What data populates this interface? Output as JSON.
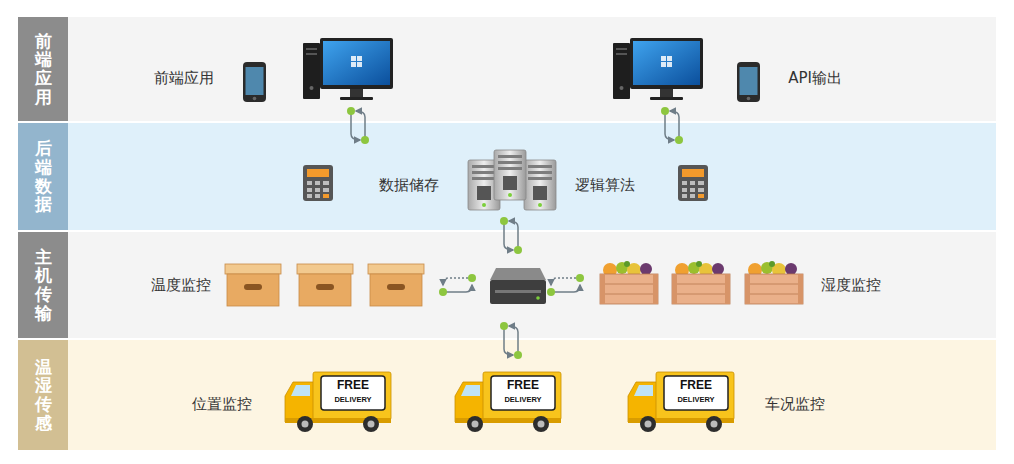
{
  "diagram": {
    "nodes": [
      {
        "text": [
          "前端应用"
        ]
      },
      {
        "text": [
          "后端数据"
        ]
      },
      {
        "text": [
          "主机传输"
        ]
      },
      {
        "text": [
          "温湿传感"
        ]
      }
    ],
    "labels": [
      "前端应用",
      "API输出",
      "数据储存",
      "逻辑算法",
      "温度监控",
      "湿度监控",
      "位置监控",
      "车况监控",
      "FREE",
      "DELIVERY",
      "FREE",
      "DELIVERY",
      "FREE",
      "DELIVERY"
    ]
  }
}
